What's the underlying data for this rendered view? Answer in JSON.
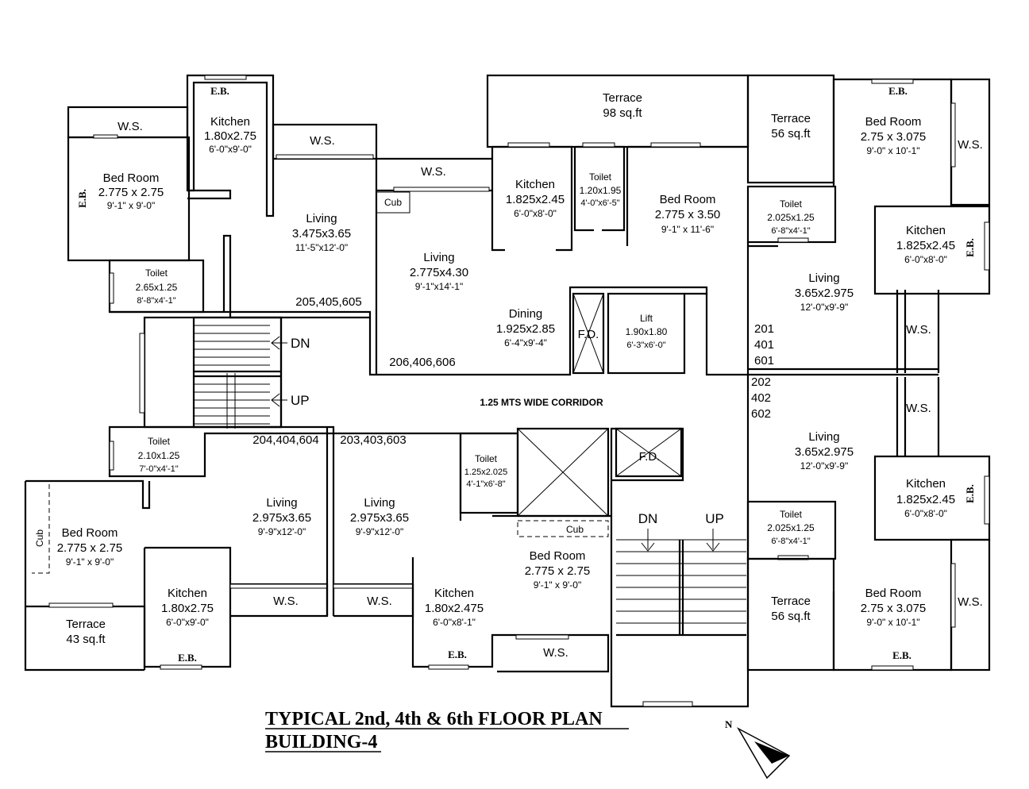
{
  "title": {
    "line1": "TYPICAL 2nd, 4th & 6th FLOOR PLAN",
    "line2": "BUILDING-4"
  },
  "north_label": "N",
  "corridor_label": "1.25 MTS WIDE CORRIDOR",
  "stairs": {
    "left_dn": "DN",
    "left_up": "UP",
    "right_dn": "DN",
    "right_up": "UP"
  },
  "fire_duct_1": "F.D.",
  "fire_duct_2": "F.D.",
  "lift": {
    "name": "Lift",
    "metric": "1.90x1.80",
    "imperial": "6'-3\"x6'-0\""
  },
  "units": {
    "u1": {
      "label": "205,405,605"
    },
    "u2": {
      "label": "206,406,606"
    },
    "u3": {
      "label1": "201",
      "label2": "401",
      "label3": "601"
    },
    "u4": {
      "label1": "202",
      "label2": "402",
      "label3": "602"
    },
    "u5": {
      "label": "204,404,604"
    },
    "u6": {
      "label": "203,403,603"
    }
  },
  "rooms": {
    "ws": "W.S.",
    "eb": "E.B.",
    "cub": "Cub",
    "tl_kitchen": {
      "name": "Kitchen",
      "metric": "1.80x2.75",
      "imperial": "6'-0\"x9'-0\""
    },
    "tl_bed": {
      "name": "Bed Room",
      "metric": "2.775 x 2.75",
      "imperial": "9'-1\" x 9'-0\""
    },
    "tl_living": {
      "name": "Living",
      "metric": "3.475x3.65",
      "imperial": "11'-5\"x12'-0\""
    },
    "tl_toilet": {
      "name": "Toilet",
      "metric": "2.65x1.25",
      "imperial": "8'-8\"x4'-1\""
    },
    "tm_terrace": {
      "name": "Terrace",
      "area": "98 sq.ft"
    },
    "tm_kitchen": {
      "name": "Kitchen",
      "metric": "1.825x2.45",
      "imperial": "6'-0\"x8'-0\""
    },
    "tm_toilet": {
      "name": "Toilet",
      "metric": "1.20x1.95",
      "imperial": "4'-0\"x6'-5\""
    },
    "tm_bed": {
      "name": "Bed Room",
      "metric": "2.775 x 3.50",
      "imperial": "9'-1\" x 11'-6\""
    },
    "tm_living": {
      "name": "Living",
      "metric": "2.775x4.30",
      "imperial": "9'-1\"x14'-1\""
    },
    "tm_dining": {
      "name": "Dining",
      "metric": "1.925x2.85",
      "imperial": "6'-4\"x9'-4\""
    },
    "tr_terrace": {
      "name": "Terrace",
      "area": "56 sq.ft"
    },
    "tr_bed": {
      "name": "Bed Room",
      "metric": "2.75 x 3.075",
      "imperial": "9'-0\" x 10'-1\""
    },
    "tr_toilet": {
      "name": "Toilet",
      "metric": "2.025x1.25",
      "imperial": "6'-8\"x4'-1\""
    },
    "tr_kitchen": {
      "name": "Kitchen",
      "metric": "1.825x2.45",
      "imperial": "6'-0\"x8'-0\""
    },
    "tr_living": {
      "name": "Living",
      "metric": "3.65x2.975",
      "imperial": "12'-0\"x9'-9\""
    },
    "br_living": {
      "name": "Living",
      "metric": "3.65x2.975",
      "imperial": "12'-0\"x9'-9\""
    },
    "br_kitchen": {
      "name": "Kitchen",
      "metric": "1.825x2.45",
      "imperial": "6'-0\"x8'-0\""
    },
    "br_toilet": {
      "name": "Toilet",
      "metric": "2.025x1.25",
      "imperial": "6'-8\"x4'-1\""
    },
    "br_terrace": {
      "name": "Terrace",
      "area": "56 sq.ft"
    },
    "br_bed": {
      "name": "Bed Room",
      "metric": "2.75 x 3.075",
      "imperial": "9'-0\" x 10'-1\""
    },
    "bl_toilet": {
      "name": "Toilet",
      "metric": "2.10x1.25",
      "imperial": "7'-0\"x4'-1\""
    },
    "bl_bed": {
      "name": "Bed Room",
      "metric": "2.775 x 2.75",
      "imperial": "9'-1\" x 9'-0\""
    },
    "bl_terrace": {
      "name": "Terrace",
      "area": "43 sq.ft"
    },
    "bl_kitchen": {
      "name": "Kitchen",
      "metric": "1.80x2.75",
      "imperial": "6'-0\"x9'-0\""
    },
    "bl_living": {
      "name": "Living",
      "metric": "2.975x3.65",
      "imperial": "9'-9\"x12'-0\""
    },
    "bm_living": {
      "name": "Living",
      "metric": "2.975x3.65",
      "imperial": "9'-9\"x12'-0\""
    },
    "bm_toilet": {
      "name": "Toilet",
      "metric": "1.25x2.025",
      "imperial": "4'-1\"x6'-8\""
    },
    "bm_kitchen": {
      "name": "Kitchen",
      "metric": "1.80x2.475",
      "imperial": "6'-0\"x8'-1\""
    },
    "bm_bed": {
      "name": "Bed Room",
      "metric": "2.775 x 2.75",
      "imperial": "9'-1\" x 9'-0\""
    }
  }
}
